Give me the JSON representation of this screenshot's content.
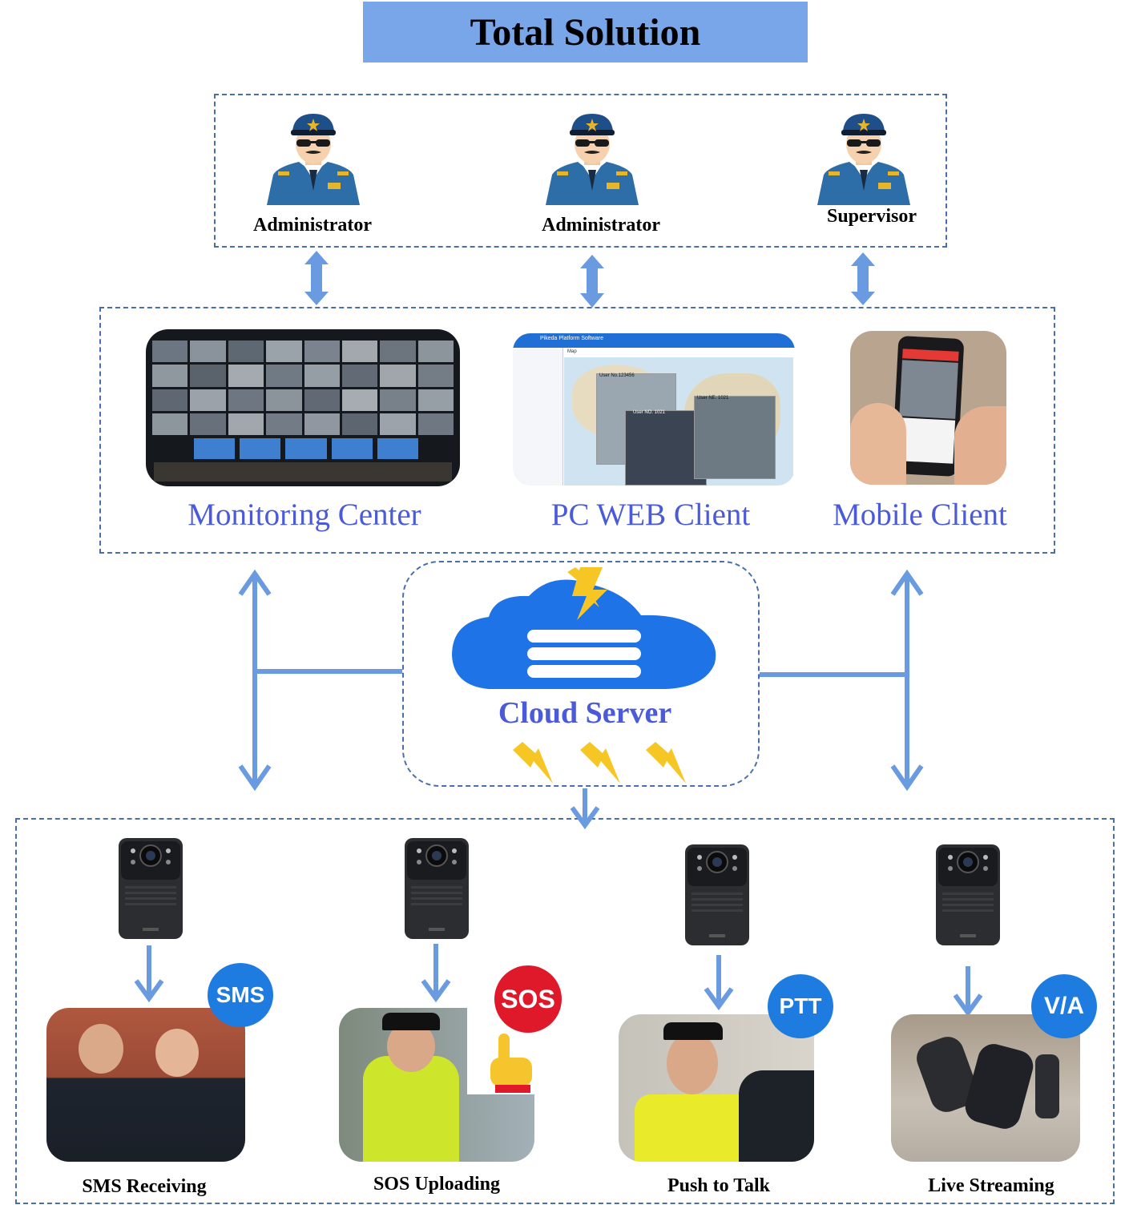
{
  "title": "Total Solution",
  "roles": [
    {
      "label": "Administrator"
    },
    {
      "label": "Administrator"
    },
    {
      "label": "Supervisor"
    }
  ],
  "clients": [
    {
      "label": "Monitoring Center"
    },
    {
      "label": "PC WEB Client"
    },
    {
      "label": "Mobile Client"
    }
  ],
  "pc_client": {
    "window_title": "Pikeda Platform Software",
    "user_tag_1": "User No.123456",
    "user_tag_2": "User NO. 1021",
    "user_tag_3": "User NE. 1021",
    "map_tab": "Map"
  },
  "cloud": {
    "label": "Cloud Server"
  },
  "features": [
    {
      "label": "SMS Receiving",
      "badge": "SMS",
      "badge_color": "#1e7be0"
    },
    {
      "label": "SOS Uploading",
      "badge": "SOS",
      "badge_color": "#e0192a"
    },
    {
      "label": "Push to Talk",
      "badge": "PTT",
      "badge_color": "#1e7be0"
    },
    {
      "label": "Live Streaming",
      "badge": "V/A",
      "badge_color": "#1e7be0"
    }
  ],
  "colors": {
    "arrow": "#6a9ae0",
    "label_blue": "#4a5ad8",
    "title_bg": "#78a6e8",
    "bolt": "#f6c624",
    "cloud": "#1e74e6"
  }
}
